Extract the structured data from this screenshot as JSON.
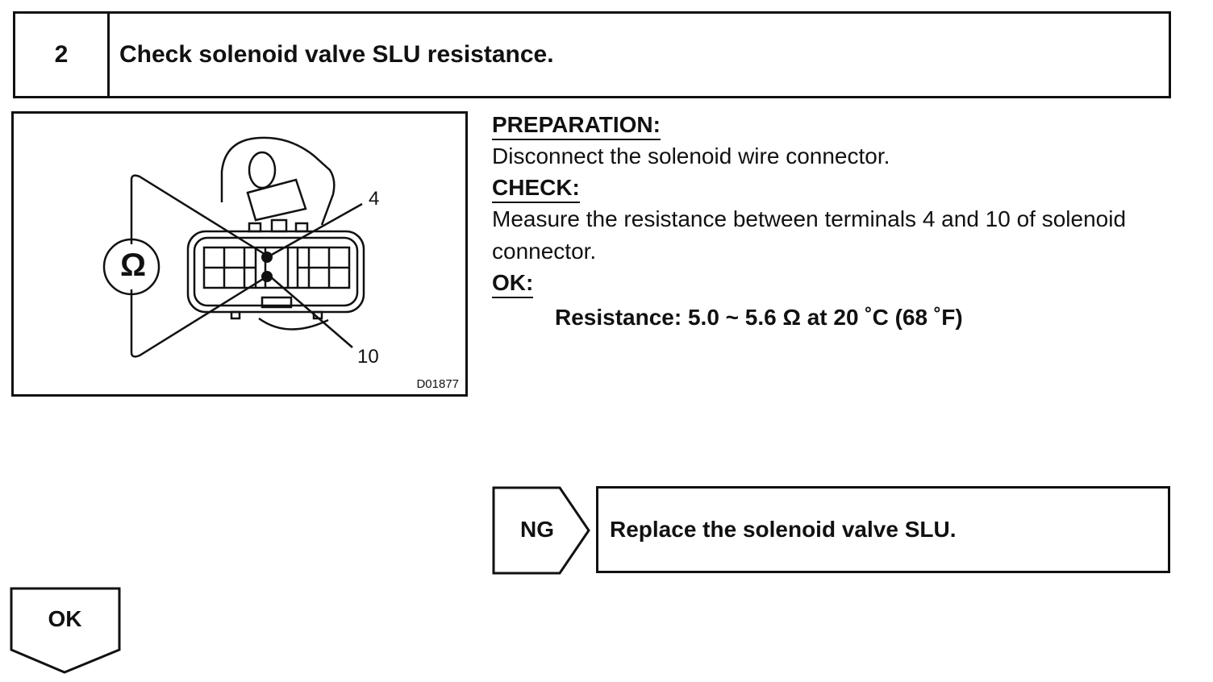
{
  "step": {
    "number": "2",
    "title": "Check solenoid valve SLU resistance."
  },
  "diagram": {
    "terminal_a": "4",
    "terminal_b": "10",
    "meter_symbol": "Ω",
    "figure_id": "D01877",
    "icon": "ohmmeter-connector-diagram"
  },
  "preparation": {
    "heading": "PREPARATION:",
    "text": "Disconnect the solenoid wire connector."
  },
  "check": {
    "heading": "CHECK:",
    "text": "Measure the resistance between terminals 4 and 10 of solenoid connector."
  },
  "ok_section": {
    "heading": "OK:",
    "spec": "Resistance: 5.0 ~ 5.6 Ω at 20 ˚C (68 ˚F)"
  },
  "ng_branch": {
    "label": "NG",
    "action": "Replace the solenoid valve SLU."
  },
  "ok_branch": {
    "label": "OK"
  }
}
